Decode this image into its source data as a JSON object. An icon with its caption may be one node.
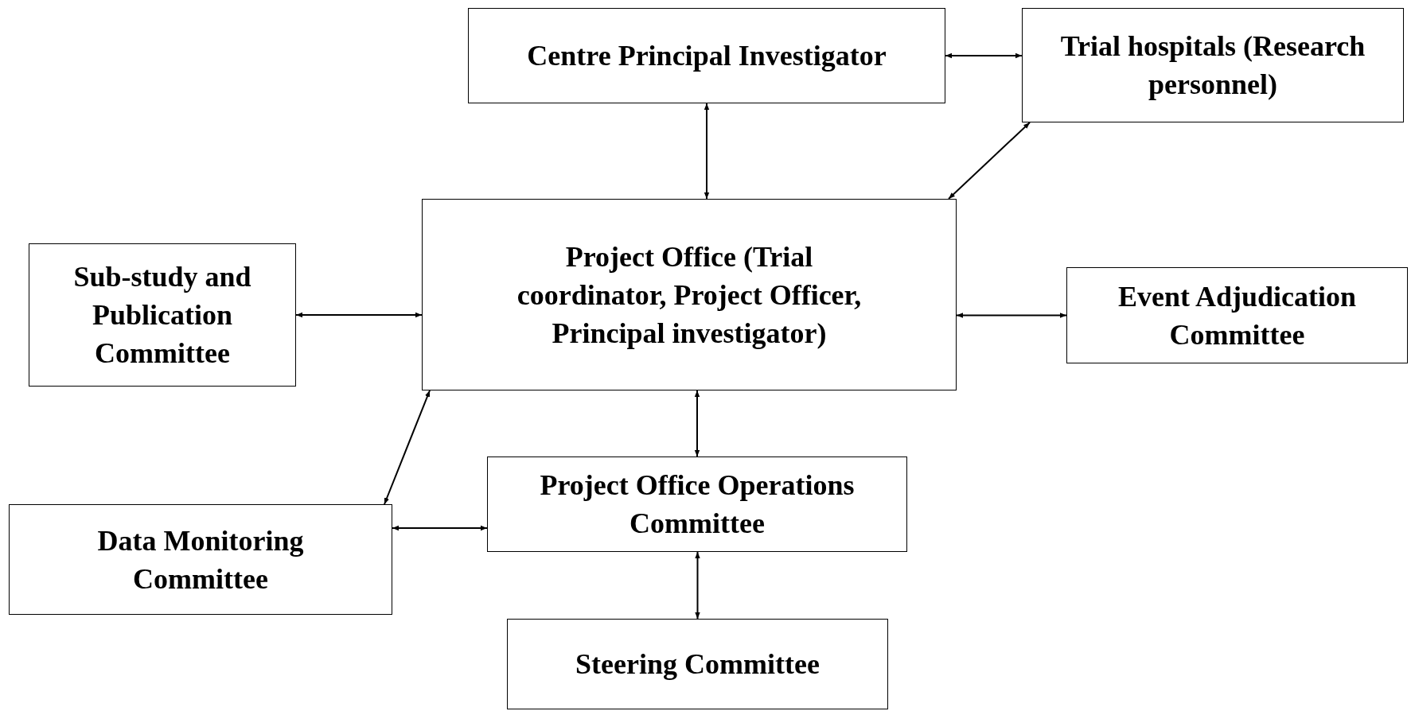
{
  "diagram": {
    "nodes": [
      {
        "text": [
          "Centre Principal Investigator"
        ]
      },
      {
        "text": [
          "Trial hospitals (Research personnel)"
        ]
      },
      {
        "text": [
          "Sub-study and Publication Committee"
        ]
      },
      {
        "text": [
          "Project Office (Trial coordinator, Project Officer, Principal investigator)"
        ]
      },
      {
        "text": [
          "Event Adjudication Committee"
        ]
      },
      {
        "text": [
          "Data Monitoring Committee"
        ]
      },
      {
        "text": [
          "Project Office Operations Committee"
        ]
      },
      {
        "text": [
          "Steering Committee"
        ]
      }
    ],
    "edges": [
      {
        "from": 0,
        "to": 1,
        "arrow": "both"
      },
      {
        "from": 0,
        "to": 3,
        "arrow": "both"
      },
      {
        "from": 3,
        "to": 1,
        "arrow": "both"
      },
      {
        "from": 2,
        "to": 3,
        "arrow": "both"
      },
      {
        "from": 3,
        "to": 4,
        "arrow": "both"
      },
      {
        "from": 3,
        "to": 5,
        "arrow": "both"
      },
      {
        "from": 3,
        "to": 6,
        "arrow": "both"
      },
      {
        "from": 5,
        "to": 6,
        "arrow": "both"
      },
      {
        "from": 6,
        "to": 7,
        "arrow": "both"
      }
    ]
  }
}
